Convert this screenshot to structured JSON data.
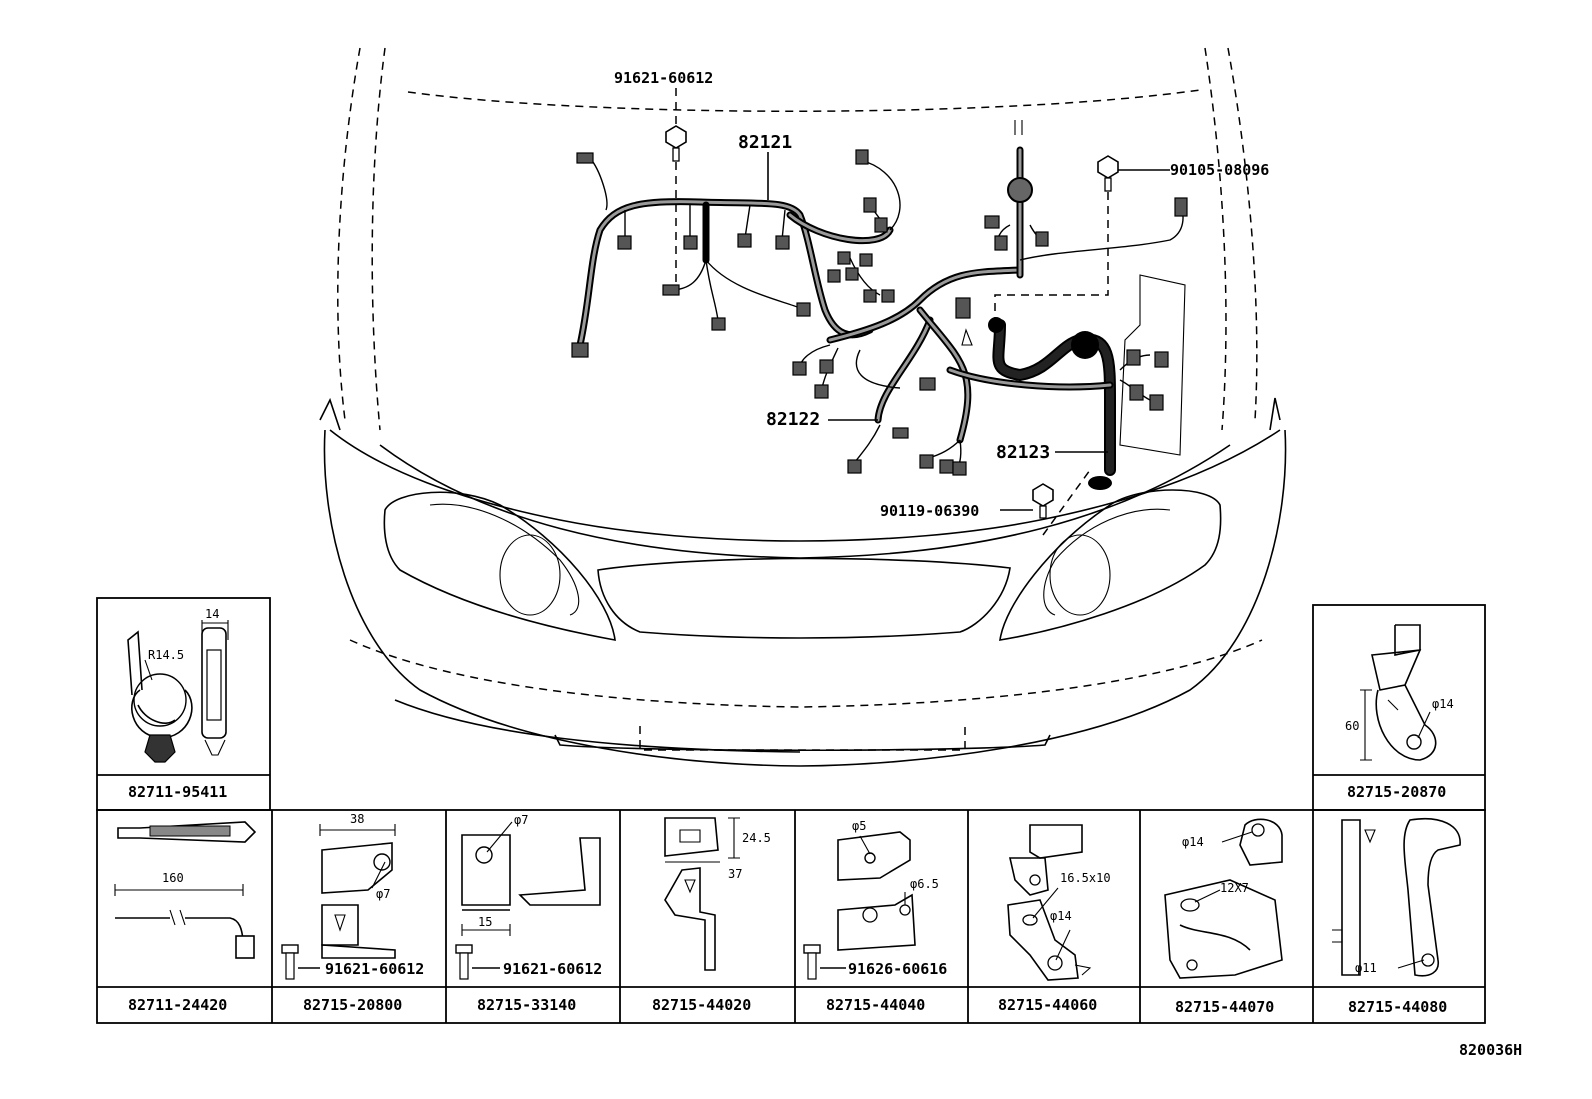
{
  "callouts": {
    "bolt_top": "91621-60612",
    "harness_main": "82121",
    "bolt_right": "90105-08096",
    "harness_mid": "82122",
    "harness_right": "82123",
    "bolt_bottom": "90119-06390"
  },
  "parts": {
    "p95411": {
      "number": "82711-95411",
      "dims": [
        "14",
        "R14.5"
      ]
    },
    "p20870": {
      "number": "82715-20870",
      "dims": [
        "60",
        "φ14"
      ]
    },
    "p24420": {
      "number": "82711-24420",
      "dims": [
        "160"
      ]
    },
    "p20800": {
      "number": "82715-20800",
      "dims": [
        "38",
        "φ7"
      ],
      "bolt": "91621-60612"
    },
    "p33140": {
      "number": "82715-33140",
      "dims": [
        "φ7",
        "15"
      ],
      "bolt": "91621-60612"
    },
    "p44020": {
      "number": "82715-44020",
      "dims": [
        "24.5",
        "37"
      ]
    },
    "p44040": {
      "number": "82715-44040",
      "dims": [
        "φ5",
        "φ6.5"
      ],
      "bolt": "91626-60616"
    },
    "p44060": {
      "number": "82715-44060",
      "dims": [
        "16.5x10",
        "φ14"
      ]
    },
    "p44070": {
      "number": "82715-44070",
      "dims": [
        "φ14",
        "12X7"
      ]
    },
    "p44080": {
      "number": "82715-44080",
      "dims": [
        "φ11"
      ]
    }
  },
  "figure_code": "820036H"
}
